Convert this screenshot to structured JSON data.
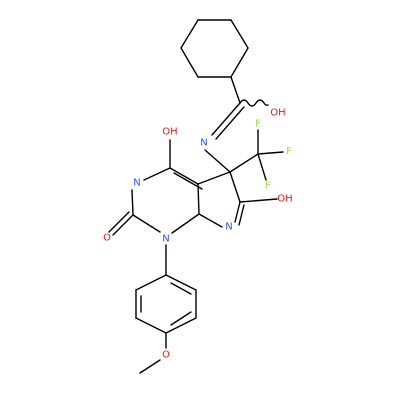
{
  "molecule": {
    "colors": {
      "carbon_bond": "#000000",
      "O": "#ff0d0d",
      "N": "#3050f8",
      "F": "#90e050"
    },
    "atom_labels": [
      {
        "id": "oh-top",
        "text": "OH",
        "element": "O"
      },
      {
        "id": "oh-imine",
        "text": "OH",
        "element": "O"
      },
      {
        "id": "n-imine",
        "text": "N",
        "element": "N"
      },
      {
        "id": "f-1",
        "text": "F",
        "element": "F"
      },
      {
        "id": "f-2",
        "text": "F",
        "element": "F"
      },
      {
        "id": "f-3",
        "text": "F",
        "element": "F"
      },
      {
        "id": "n-ring-3",
        "text": "N",
        "element": "N"
      },
      {
        "id": "oh-lactim",
        "text": "OH",
        "element": "O"
      },
      {
        "id": "o-carbonyl",
        "text": "O",
        "element": "O"
      },
      {
        "id": "n-ring-1",
        "text": "N",
        "element": "N"
      },
      {
        "id": "n-ring-7",
        "text": "N",
        "element": "N"
      },
      {
        "id": "o-methoxy",
        "text": "O",
        "element": "O"
      }
    ]
  }
}
